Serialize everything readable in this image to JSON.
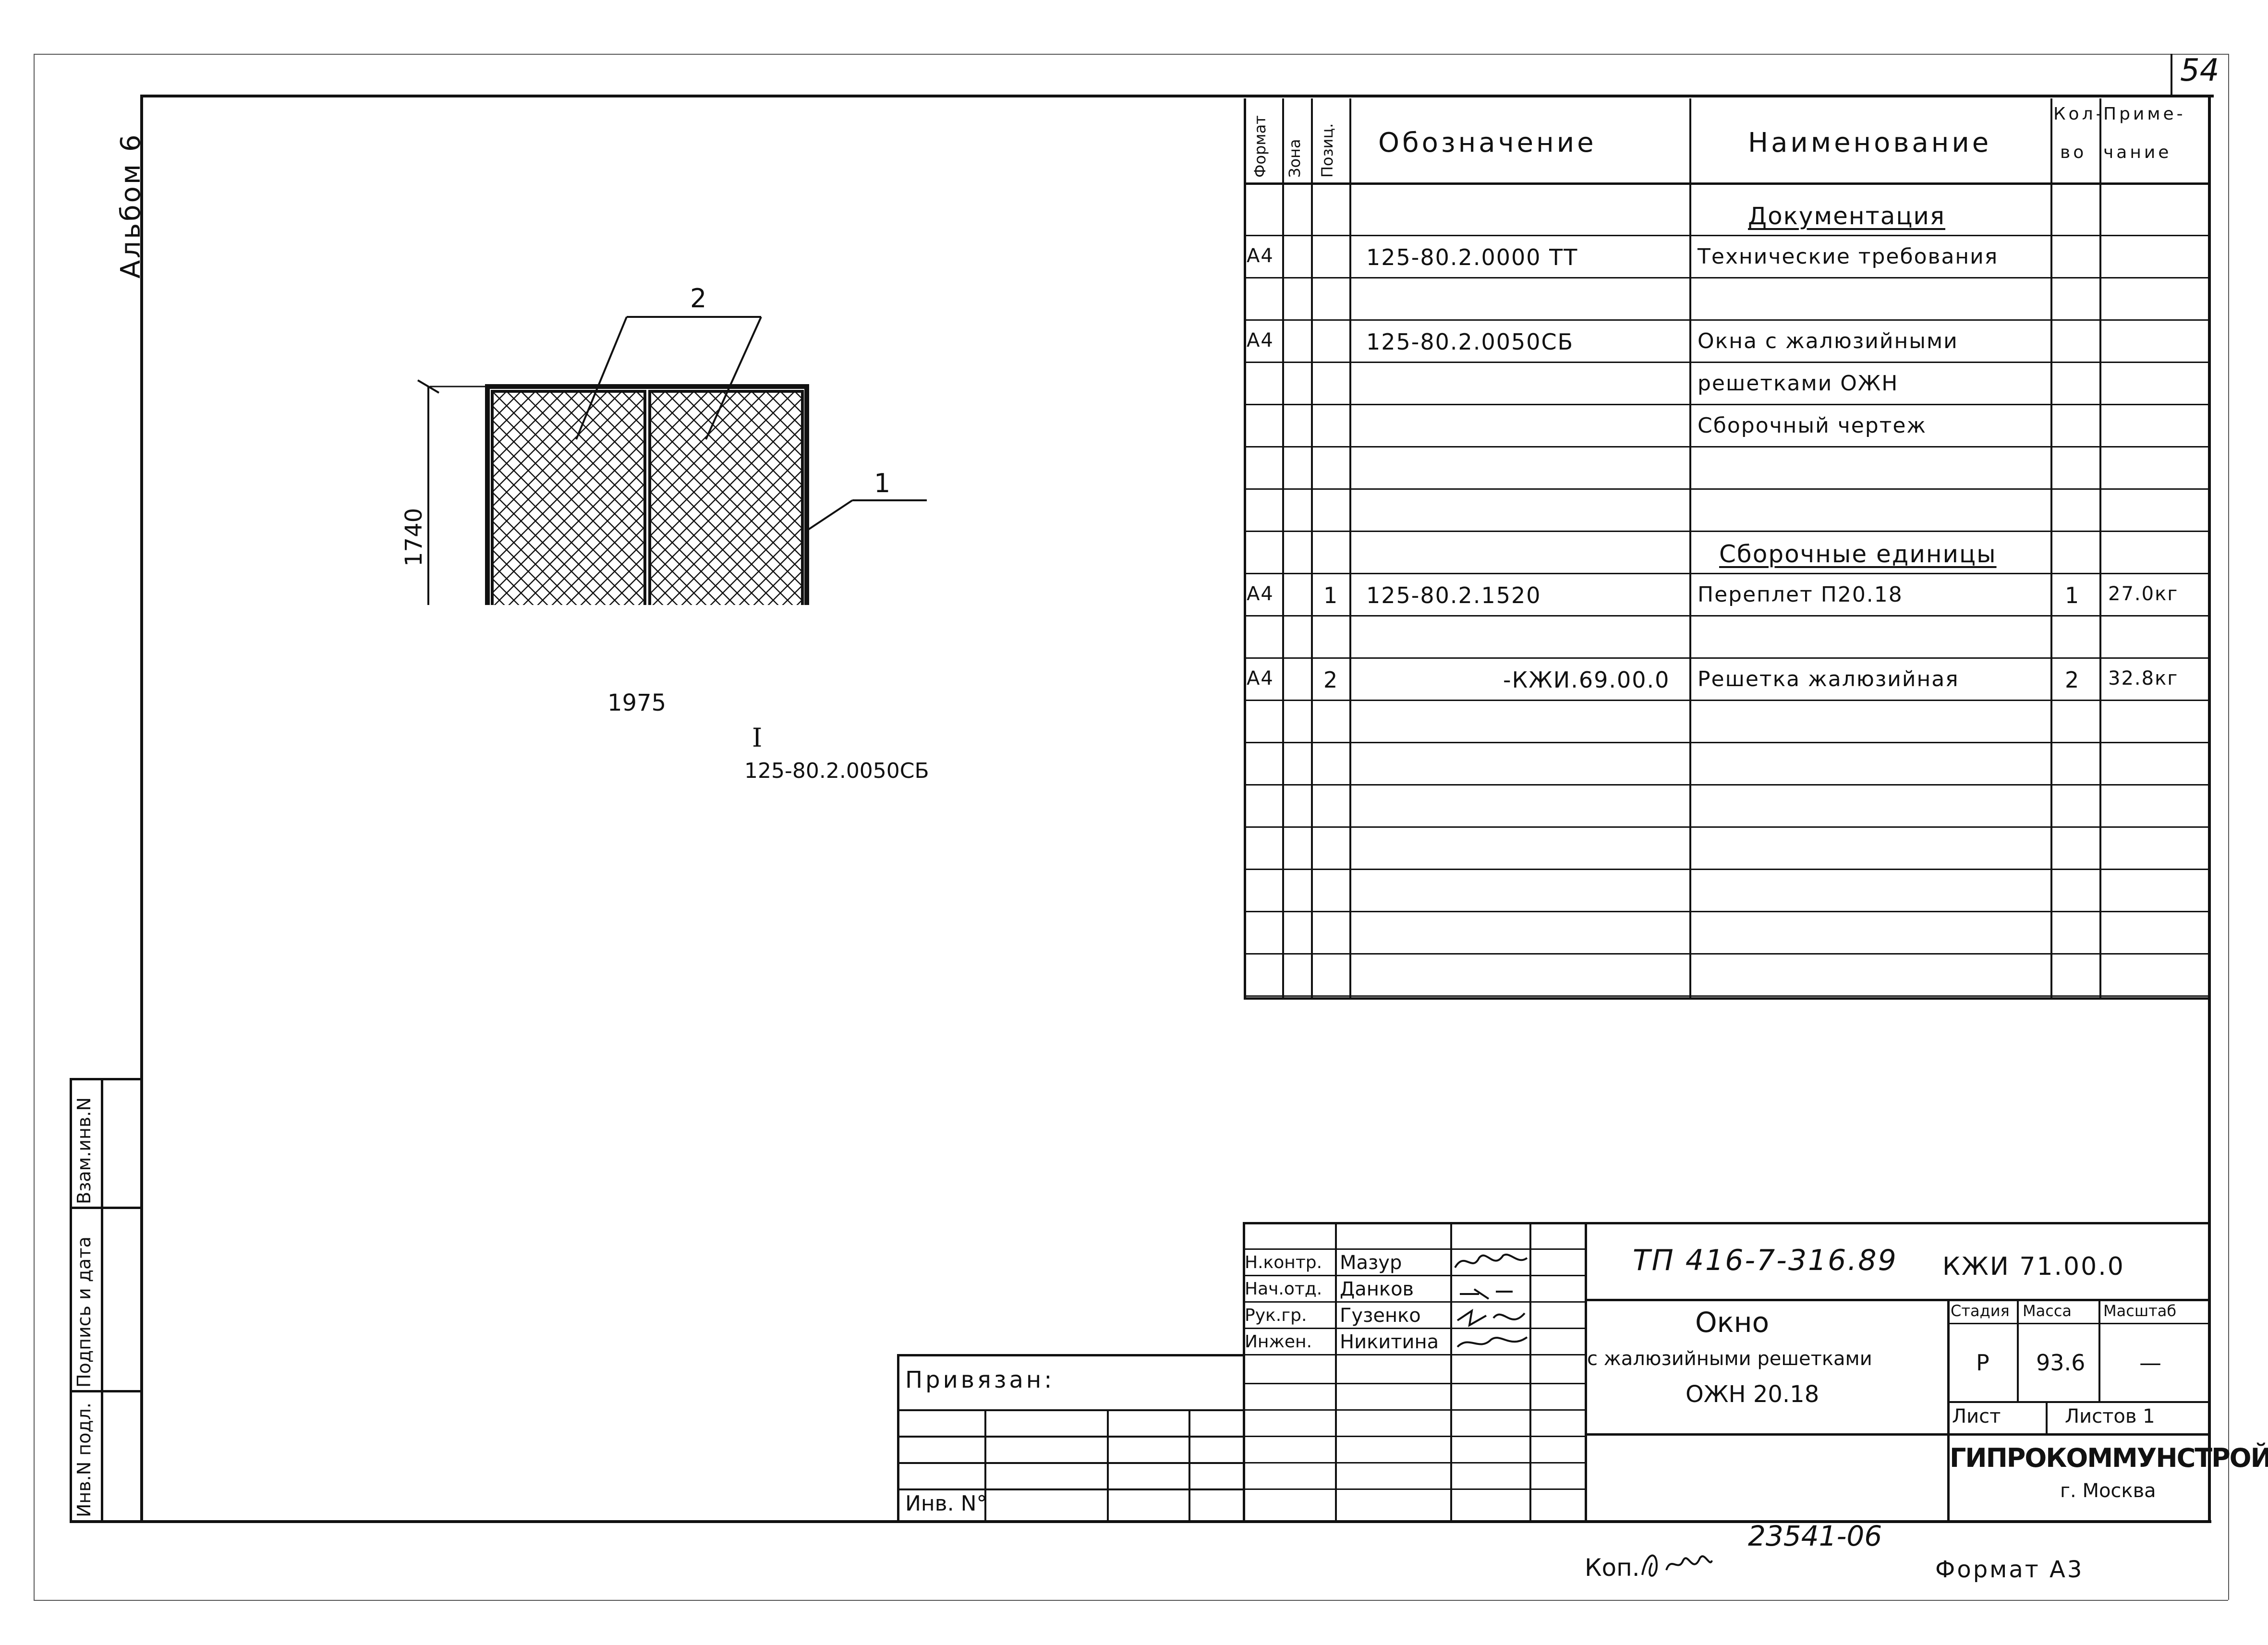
{
  "page_number": "54",
  "album": "Альбом 6",
  "side_stamp": {
    "inv_podl": "Инв.N подл.",
    "podpis_data": "Подпись и дата",
    "vzam_inv": "Взам.инв.N"
  },
  "drawing": {
    "leader_2": "2",
    "leader_1": "1",
    "dim_height": "1740",
    "dim_width": "1975",
    "detail_mark": "I",
    "detail_ref": "125-80.2.0050СБ"
  },
  "spec": {
    "headers": {
      "format": "Формат",
      "zone": "Зона",
      "pos": "Позиц.",
      "designation": "Обозначение",
      "name": "Наименование",
      "qty": "Кол-во",
      "note": "Приме-чание"
    },
    "rows": [
      {
        "format": "",
        "pos": "",
        "designation": "",
        "name": "Документация",
        "qty": "",
        "note": "",
        "section": true
      },
      {
        "format": "А4",
        "pos": "",
        "designation": "125-80.2.0000 ТТ",
        "name": "Технические требования",
        "qty": "",
        "note": ""
      },
      {
        "format": "",
        "pos": "",
        "designation": "",
        "name": "",
        "qty": "",
        "note": ""
      },
      {
        "format": "А4",
        "pos": "",
        "designation": "125-80.2.0050СБ",
        "name": "Окна с жалюзийными",
        "qty": "",
        "note": ""
      },
      {
        "format": "",
        "pos": "",
        "designation": "",
        "name": "решетками ОЖН",
        "qty": "",
        "note": ""
      },
      {
        "format": "",
        "pos": "",
        "designation": "",
        "name": "Сборочный чертеж",
        "qty": "",
        "note": ""
      },
      {
        "format": "",
        "pos": "",
        "designation": "",
        "name": "",
        "qty": "",
        "note": ""
      },
      {
        "format": "",
        "pos": "",
        "designation": "",
        "name": "",
        "qty": "",
        "note": ""
      },
      {
        "format": "",
        "pos": "",
        "designation": "",
        "name": "Сборочные единицы",
        "qty": "",
        "note": "",
        "section": true
      },
      {
        "format": "А4",
        "pos": "1",
        "designation": "125-80.2.1520",
        "name": "Переплет П20.18",
        "qty": "1",
        "note": "27.0кг"
      },
      {
        "format": "",
        "pos": "",
        "designation": "",
        "name": "",
        "qty": "",
        "note": ""
      },
      {
        "format": "А4",
        "pos": "2",
        "designation": "-КЖИ.69.00.0",
        "name": "Решетка жалюзийная",
        "qty": "2",
        "note": "32.8кг"
      },
      {
        "format": "",
        "pos": "",
        "designation": "",
        "name": "",
        "qty": "",
        "note": ""
      },
      {
        "format": "",
        "pos": "",
        "designation": "",
        "name": "",
        "qty": "",
        "note": ""
      },
      {
        "format": "",
        "pos": "",
        "designation": "",
        "name": "",
        "qty": "",
        "note": ""
      },
      {
        "format": "",
        "pos": "",
        "designation": "",
        "name": "",
        "qty": "",
        "note": ""
      },
      {
        "format": "",
        "pos": "",
        "designation": "",
        "name": "",
        "qty": "",
        "note": ""
      },
      {
        "format": "",
        "pos": "",
        "designation": "",
        "name": "",
        "qty": "",
        "note": ""
      },
      {
        "format": "",
        "pos": "",
        "designation": "",
        "name": "",
        "qty": "",
        "note": ""
      }
    ]
  },
  "privyazan": "Привязан:",
  "inv_no": "Инв. N°",
  "title_block": {
    "roles": [
      "Н.контр.",
      "Нач.отд.",
      "Рук.гр.",
      "Инжен."
    ],
    "names": [
      "Мазур",
      "Данков",
      "Гузенко",
      "Никитина"
    ],
    "doc_number": "ТП 416-7-316.89",
    "doc_code": "КЖИ 71.00.0",
    "title_line1": "Окно",
    "title_line2": "с жалюзийными решетками",
    "title_line3": "ОЖН 20.18",
    "stadiya_label": "Стадия",
    "massa_label": "Масса",
    "masshtab_label": "Масштаб",
    "stadiya": "Р",
    "massa": "93.6",
    "masshtab": "—",
    "list_label": "Лист",
    "listov_label": "Листов 1",
    "org": "ГИПРОКОММУНСТРОЙ",
    "city": "г. Москва"
  },
  "inventory_number": "23541-06",
  "kop": "Коп.",
  "format": "Формат А3"
}
